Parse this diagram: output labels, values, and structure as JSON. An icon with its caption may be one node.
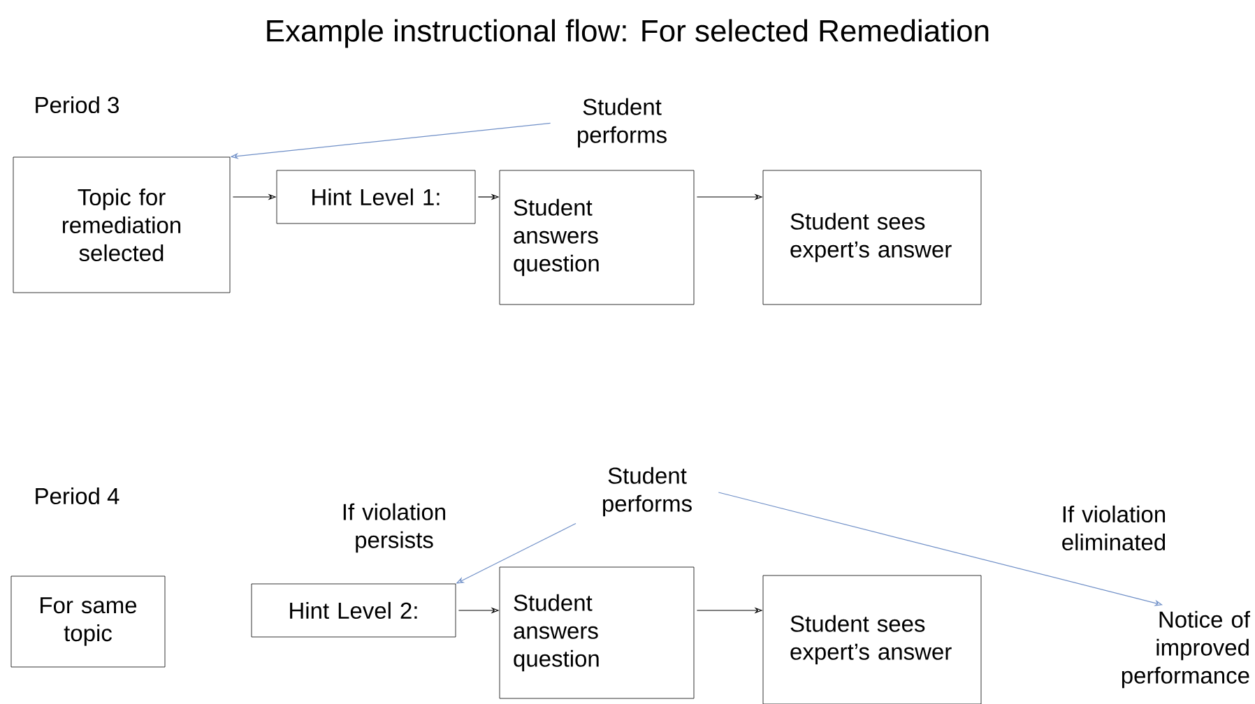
{
  "diagram": {
    "title": "Example instructional flow: For selected Remediation",
    "nodes": [
      {
        "text": [
          "Student performs"
        ]
      },
      {
        "text": [
          "Topic for remediation selected"
        ]
      },
      {
        "text": [
          "Hint Level 1:"
        ]
      },
      {
        "text": [
          "Student answers question"
        ]
      },
      {
        "text": [
          "Student sees expert’s answer"
        ]
      },
      {
        "text": [
          "Student performs"
        ]
      },
      {
        "text": [
          "For same topic"
        ]
      },
      {
        "text": [
          "Hint Level 2:"
        ]
      },
      {
        "text": [
          "Student answers question"
        ]
      },
      {
        "text": [
          "Student sees expert’s answer"
        ]
      },
      {
        "text": [
          "Notice of improved performance"
        ]
      }
    ],
    "edges": [
      {
        "from": 0,
        "to": 1,
        "arrow": "to",
        "color": "#6f8fc7"
      },
      {
        "from": 1,
        "to": 2,
        "arrow": "to",
        "color": "#000000"
      },
      {
        "from": 2,
        "to": 3,
        "arrow": "to",
        "color": "#000000"
      },
      {
        "from": 3,
        "to": 4,
        "arrow": "to",
        "color": "#000000"
      },
      {
        "from": 7,
        "to": 8,
        "arrow": "to",
        "color": "#000000"
      },
      {
        "from": 8,
        "to": 9,
        "arrow": "to",
        "color": "#000000"
      },
      {
        "from": 5,
        "to": 7,
        "arrow": "to",
        "label": "If violation persists",
        "color": "#6f8fc7"
      },
      {
        "from": 5,
        "to": 10,
        "arrow": "to",
        "label": "If violation eliminated",
        "color": "#6f8fc7"
      }
    ],
    "labels": [
      "Period 3",
      "Period 4"
    ]
  }
}
